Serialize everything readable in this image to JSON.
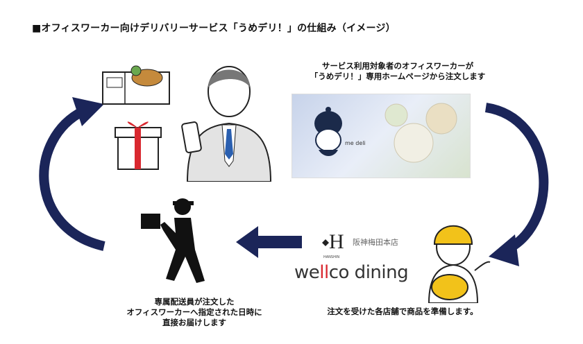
{
  "title": "■オフィスワーカー向けデリバリーサービス「うめデリ！」の仕組み（イメージ）",
  "steps": {
    "order": {
      "lines": [
        "サービス利用対象者のオフィスワーカーが",
        "「うめデリ！」専用ホームページから注文します"
      ]
    },
    "prepare": {
      "lines": [
        "注文を受けた各店舗で商品を準備します。"
      ]
    },
    "deliver": {
      "lines": [
        "専属配送員が注文した",
        "オフィスワーカーへ指定された日時に",
        "直接お届けします"
      ]
    }
  },
  "logos": {
    "hanshin_store": "阪神梅田本店",
    "hanshin_mark": "HANSHIN",
    "wellco_prefix": "we",
    "wellco_ll": "ll",
    "wellco_suffix": "co dining",
    "site_logo": "me deli"
  },
  "colors": {
    "arrow": "#1b2559",
    "wellco_accent": "#d9282f",
    "helmet": "#f2c21a"
  }
}
